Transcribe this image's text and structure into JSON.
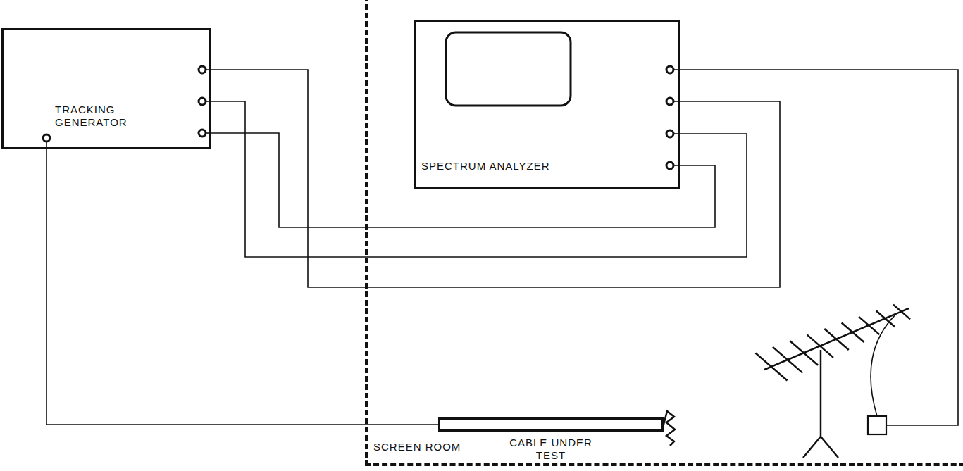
{
  "diagram": {
    "nodes": [
      {
        "text": [
          "TRACKING GENERATOR"
        ]
      },
      {
        "text": [
          "SCREEN ROOM"
        ]
      },
      {
        "text": [
          "SPECTRUM ANALYZER"
        ],
        "in": 1
      },
      {
        "text": [
          "CABLE UNDER TEST"
        ],
        "in": 1
      }
    ],
    "edges": [
      {
        "from": 0,
        "to": 2,
        "arrow": "none"
      },
      {
        "from": 0,
        "to": 2,
        "arrow": "none"
      },
      {
        "from": 0,
        "to": 2,
        "arrow": "none"
      },
      {
        "from": 0,
        "to": 3,
        "arrow": "none"
      }
    ]
  }
}
